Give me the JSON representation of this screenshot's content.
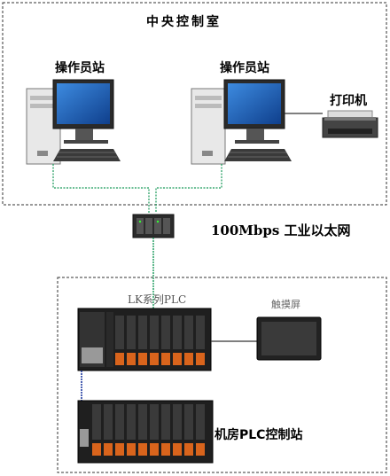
{
  "diagram": {
    "control_room_title": "中央控制室",
    "workstation_left_label": "操作员站",
    "workstation_right_label": "操作员站",
    "printer_label": "打印机",
    "network_label": "100Mbps  工业以太网",
    "plc_series_label": "LK系列PLC",
    "touch_screen_label": "触摸屏",
    "plc_station_label": "机房PLC控制站"
  },
  "colors": {
    "ethernet_cable": "#1a9a5a",
    "fieldbus_cable": "#1f3aa0",
    "io_module_accent": "#d9641c",
    "monitor_screen": "#1e5fb3",
    "box_border": "#333333"
  }
}
